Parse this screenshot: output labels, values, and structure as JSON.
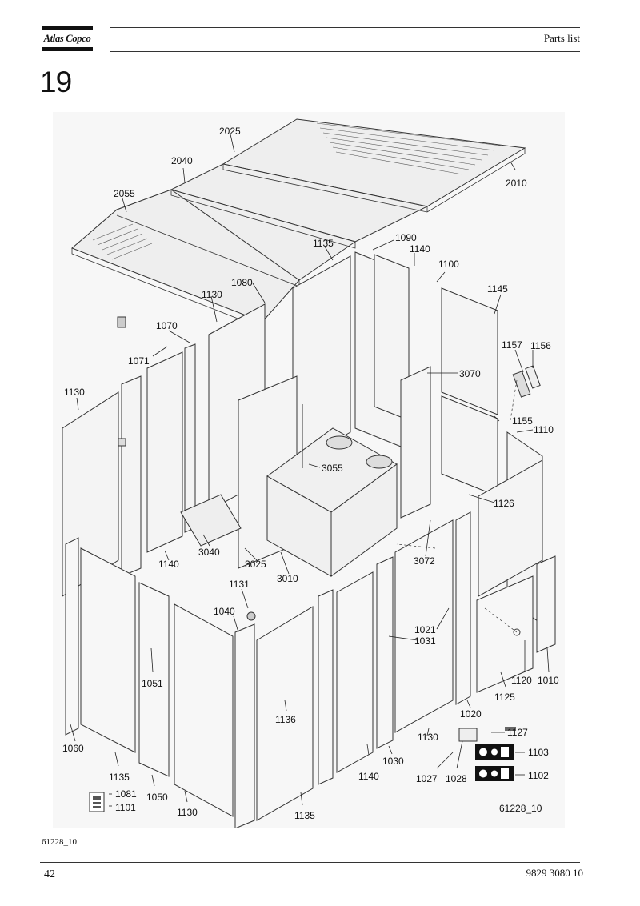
{
  "header": {
    "logo_text": "Atlas Copco",
    "title": "Parts list"
  },
  "section_number": "19",
  "drawing": {
    "part_labels": [
      "2025",
      "2010",
      "2040",
      "2055",
      "1135",
      "1090",
      "1140",
      "1100",
      "1080",
      "1130",
      "1145",
      "1070",
      "1071",
      "1157",
      "1156",
      "3070",
      "1130",
      "1155",
      "1110",
      "3055",
      "1126",
      "3040",
      "1140",
      "3025",
      "3010",
      "3072",
      "1131",
      "1040",
      "1021",
      "1031",
      "1051",
      "1120",
      "1010",
      "1125",
      "1136",
      "1020",
      "1127",
      "1060",
      "1130",
      "1103",
      "1140",
      "1030",
      "1135",
      "1027",
      "1028",
      "1102",
      "1081",
      "1101",
      "1050",
      "1130",
      "1135"
    ],
    "drawing_id": "61228_10",
    "decal_labels": [
      {
        "code": "1081"
      },
      {
        "code": "1101"
      }
    ]
  },
  "footer": {
    "caption": "61228_10",
    "page_number": "42",
    "document_number": "9829 3080 10"
  }
}
